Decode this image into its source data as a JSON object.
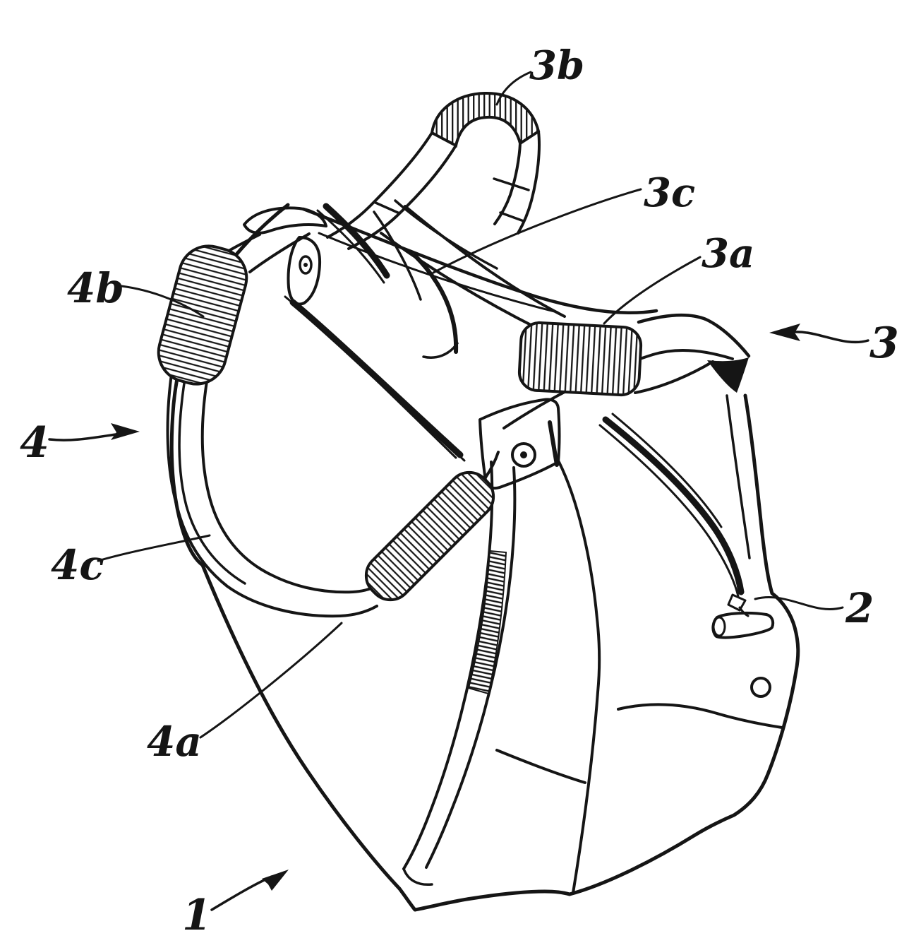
{
  "figure": {
    "background": "#ffffff",
    "ink_color": "#151515",
    "kind": "patent line drawing",
    "subject": "carry bag with two carrying handles, wrapped grip sections, zip fasteners, grommet patch and zipper pull"
  },
  "labels": {
    "l1": "1",
    "l2": "2",
    "l3": "3",
    "l3a": "3a",
    "l3b": "3b",
    "l3c": "3c",
    "l4": "4",
    "l4a": "4a",
    "l4b": "4b",
    "l4c": "4c"
  }
}
